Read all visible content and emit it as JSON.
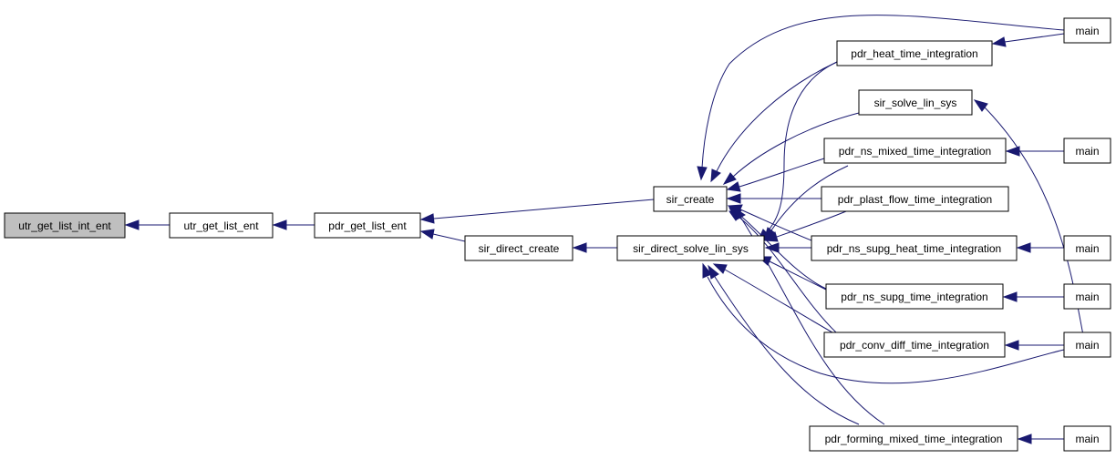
{
  "colors": {
    "edge": "#191970",
    "root_fill": "#bfbfbf",
    "node_fill": "#ffffff",
    "node_border": "#000000"
  },
  "nodes": {
    "n_utr_get_list_int_ent": "utr_get_list_int_ent",
    "n_utr_get_list_ent": "utr_get_list_ent",
    "n_pdr_get_list_ent": "pdr_get_list_ent",
    "n_sir_create": "sir_create",
    "n_sir_direct_create": "sir_direct_create",
    "n_sir_direct_solve_lin_sys": "sir_direct_solve_lin_sys",
    "n_pdr_heat_time_integration": "pdr_heat_time_integration",
    "n_sir_solve_lin_sys": "sir_solve_lin_sys",
    "n_pdr_ns_mixed_time_integration": "pdr_ns_mixed_time_integration",
    "n_pdr_plast_flow_time_integration": "pdr_plast_flow_time_integration",
    "n_pdr_ns_supg_heat_time_integration": "pdr_ns_supg_heat_time_integration",
    "n_pdr_ns_supg_time_integration": "pdr_ns_supg_time_integration",
    "n_pdr_conv_diff_time_integration": "pdr_conv_diff_time_integration",
    "n_pdr_forming_mixed_time_integration": "pdr_forming_mixed_time_integration",
    "n_main_1": "main",
    "n_main_2": "main",
    "n_main_3": "main",
    "n_main_4": "main",
    "n_main_5": "main",
    "n_main_6": "main"
  },
  "edges": [
    {
      "from": "utr_get_list_ent",
      "to": "utr_get_list_int_ent"
    },
    {
      "from": "pdr_get_list_ent",
      "to": "utr_get_list_ent"
    },
    {
      "from": "sir_create",
      "to": "pdr_get_list_ent"
    },
    {
      "from": "sir_direct_create",
      "to": "pdr_get_list_ent"
    },
    {
      "from": "sir_direct_solve_lin_sys",
      "to": "sir_direct_create"
    },
    {
      "from": "main",
      "to": "sir_create"
    },
    {
      "from": "pdr_heat_time_integration",
      "to": "sir_create"
    },
    {
      "from": "sir_solve_lin_sys",
      "to": "sir_create"
    },
    {
      "from": "pdr_ns_mixed_time_integration",
      "to": "sir_create"
    },
    {
      "from": "pdr_plast_flow_time_integration",
      "to": "sir_create"
    },
    {
      "from": "pdr_ns_supg_heat_time_integration",
      "to": "sir_create"
    },
    {
      "from": "pdr_ns_supg_time_integration",
      "to": "sir_create"
    },
    {
      "from": "pdr_conv_diff_time_integration",
      "to": "sir_create"
    },
    {
      "from": "pdr_forming_mixed_time_integration",
      "to": "sir_create"
    },
    {
      "from": "pdr_heat_time_integration",
      "to": "sir_direct_solve_lin_sys"
    },
    {
      "from": "pdr_ns_mixed_time_integration",
      "to": "sir_direct_solve_lin_sys"
    },
    {
      "from": "pdr_plast_flow_time_integration",
      "to": "sir_direct_solve_lin_sys"
    },
    {
      "from": "pdr_ns_supg_heat_time_integration",
      "to": "sir_direct_solve_lin_sys"
    },
    {
      "from": "pdr_ns_supg_time_integration",
      "to": "sir_direct_solve_lin_sys"
    },
    {
      "from": "pdr_conv_diff_time_integration",
      "to": "sir_direct_solve_lin_sys"
    },
    {
      "from": "pdr_forming_mixed_time_integration",
      "to": "sir_direct_solve_lin_sys"
    },
    {
      "from": "main",
      "to": "sir_direct_solve_lin_sys"
    },
    {
      "from": "main",
      "to": "pdr_heat_time_integration"
    },
    {
      "from": "main",
      "to": "sir_solve_lin_sys"
    },
    {
      "from": "main",
      "to": "pdr_ns_mixed_time_integration"
    },
    {
      "from": "main",
      "to": "pdr_ns_supg_heat_time_integration"
    },
    {
      "from": "main",
      "to": "pdr_ns_supg_time_integration"
    },
    {
      "from": "main",
      "to": "pdr_conv_diff_time_integration"
    },
    {
      "from": "main",
      "to": "pdr_forming_mixed_time_integration"
    }
  ]
}
